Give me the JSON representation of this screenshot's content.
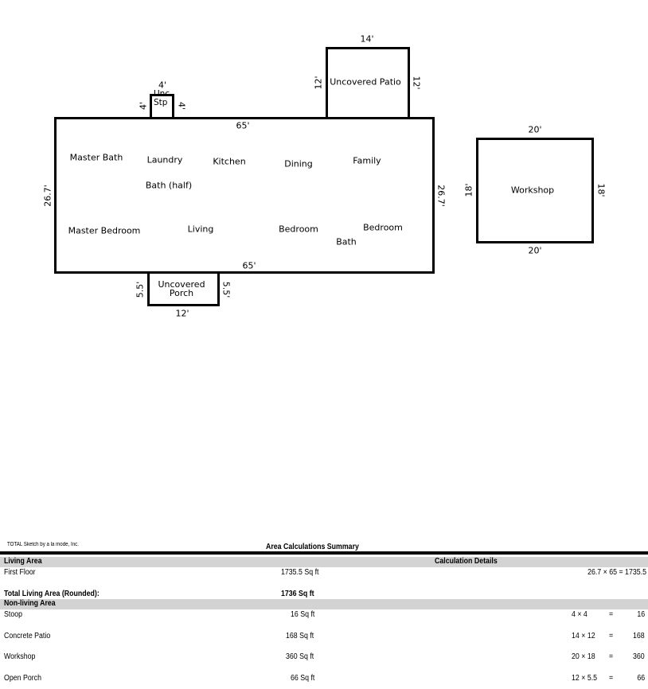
{
  "sketch": {
    "main": {
      "top": "65'",
      "bottom": "65'",
      "left": "26.7'",
      "right": "26.7'"
    },
    "stoop": {
      "label1": "Unc",
      "label2": "Stp",
      "top": "4'",
      "left": "4'",
      "right": "4'"
    },
    "patio": {
      "label": "Uncovered Patio",
      "top": "14'",
      "left": "12'",
      "right": "12'"
    },
    "porch": {
      "label1": "Uncovered",
      "label2": "Porch",
      "bottom": "12'",
      "left": "5.5'",
      "right": "5.5'"
    },
    "workshop": {
      "label": "Workshop",
      "top": "20'",
      "bottom": "20'",
      "left": "18'",
      "right": "18'"
    },
    "rooms": [
      "Master Bath",
      "Laundry",
      "Kitchen",
      "Dining",
      "Family",
      "Bath (half)",
      "Master Bedroom",
      "Living",
      "Bedroom",
      "Bedroom",
      "Bath"
    ]
  },
  "summary": {
    "software": "TOTAL Sketch by a la mode, Inc.",
    "title": "Area Calculations Summary",
    "living_header": "Living Area",
    "calc_header": "Calculation Details",
    "first_floor": {
      "name": "First Floor",
      "area": "1735.5 Sq ft",
      "calc": "26.7 × 65 = 1735.5"
    },
    "total_label": "Total Living Area (Rounded):",
    "total_value": "1736 Sq ft",
    "nonliving_header": "Non-living Area",
    "rows": [
      {
        "name": "Stoop",
        "area": "16 Sq ft",
        "expr": "4 × 4",
        "eq": "=",
        "result": "16"
      },
      {
        "name": "Concrete Patio",
        "area": "168 Sq ft",
        "expr": "14 × 12",
        "eq": "=",
        "result": "168"
      },
      {
        "name": "Workshop",
        "area": "360 Sq ft",
        "expr": "20 × 18",
        "eq": "=",
        "result": "360"
      },
      {
        "name": "Open Porch",
        "area": "66 Sq ft",
        "expr": "12 × 5.5",
        "eq": "=",
        "result": "66"
      }
    ]
  }
}
